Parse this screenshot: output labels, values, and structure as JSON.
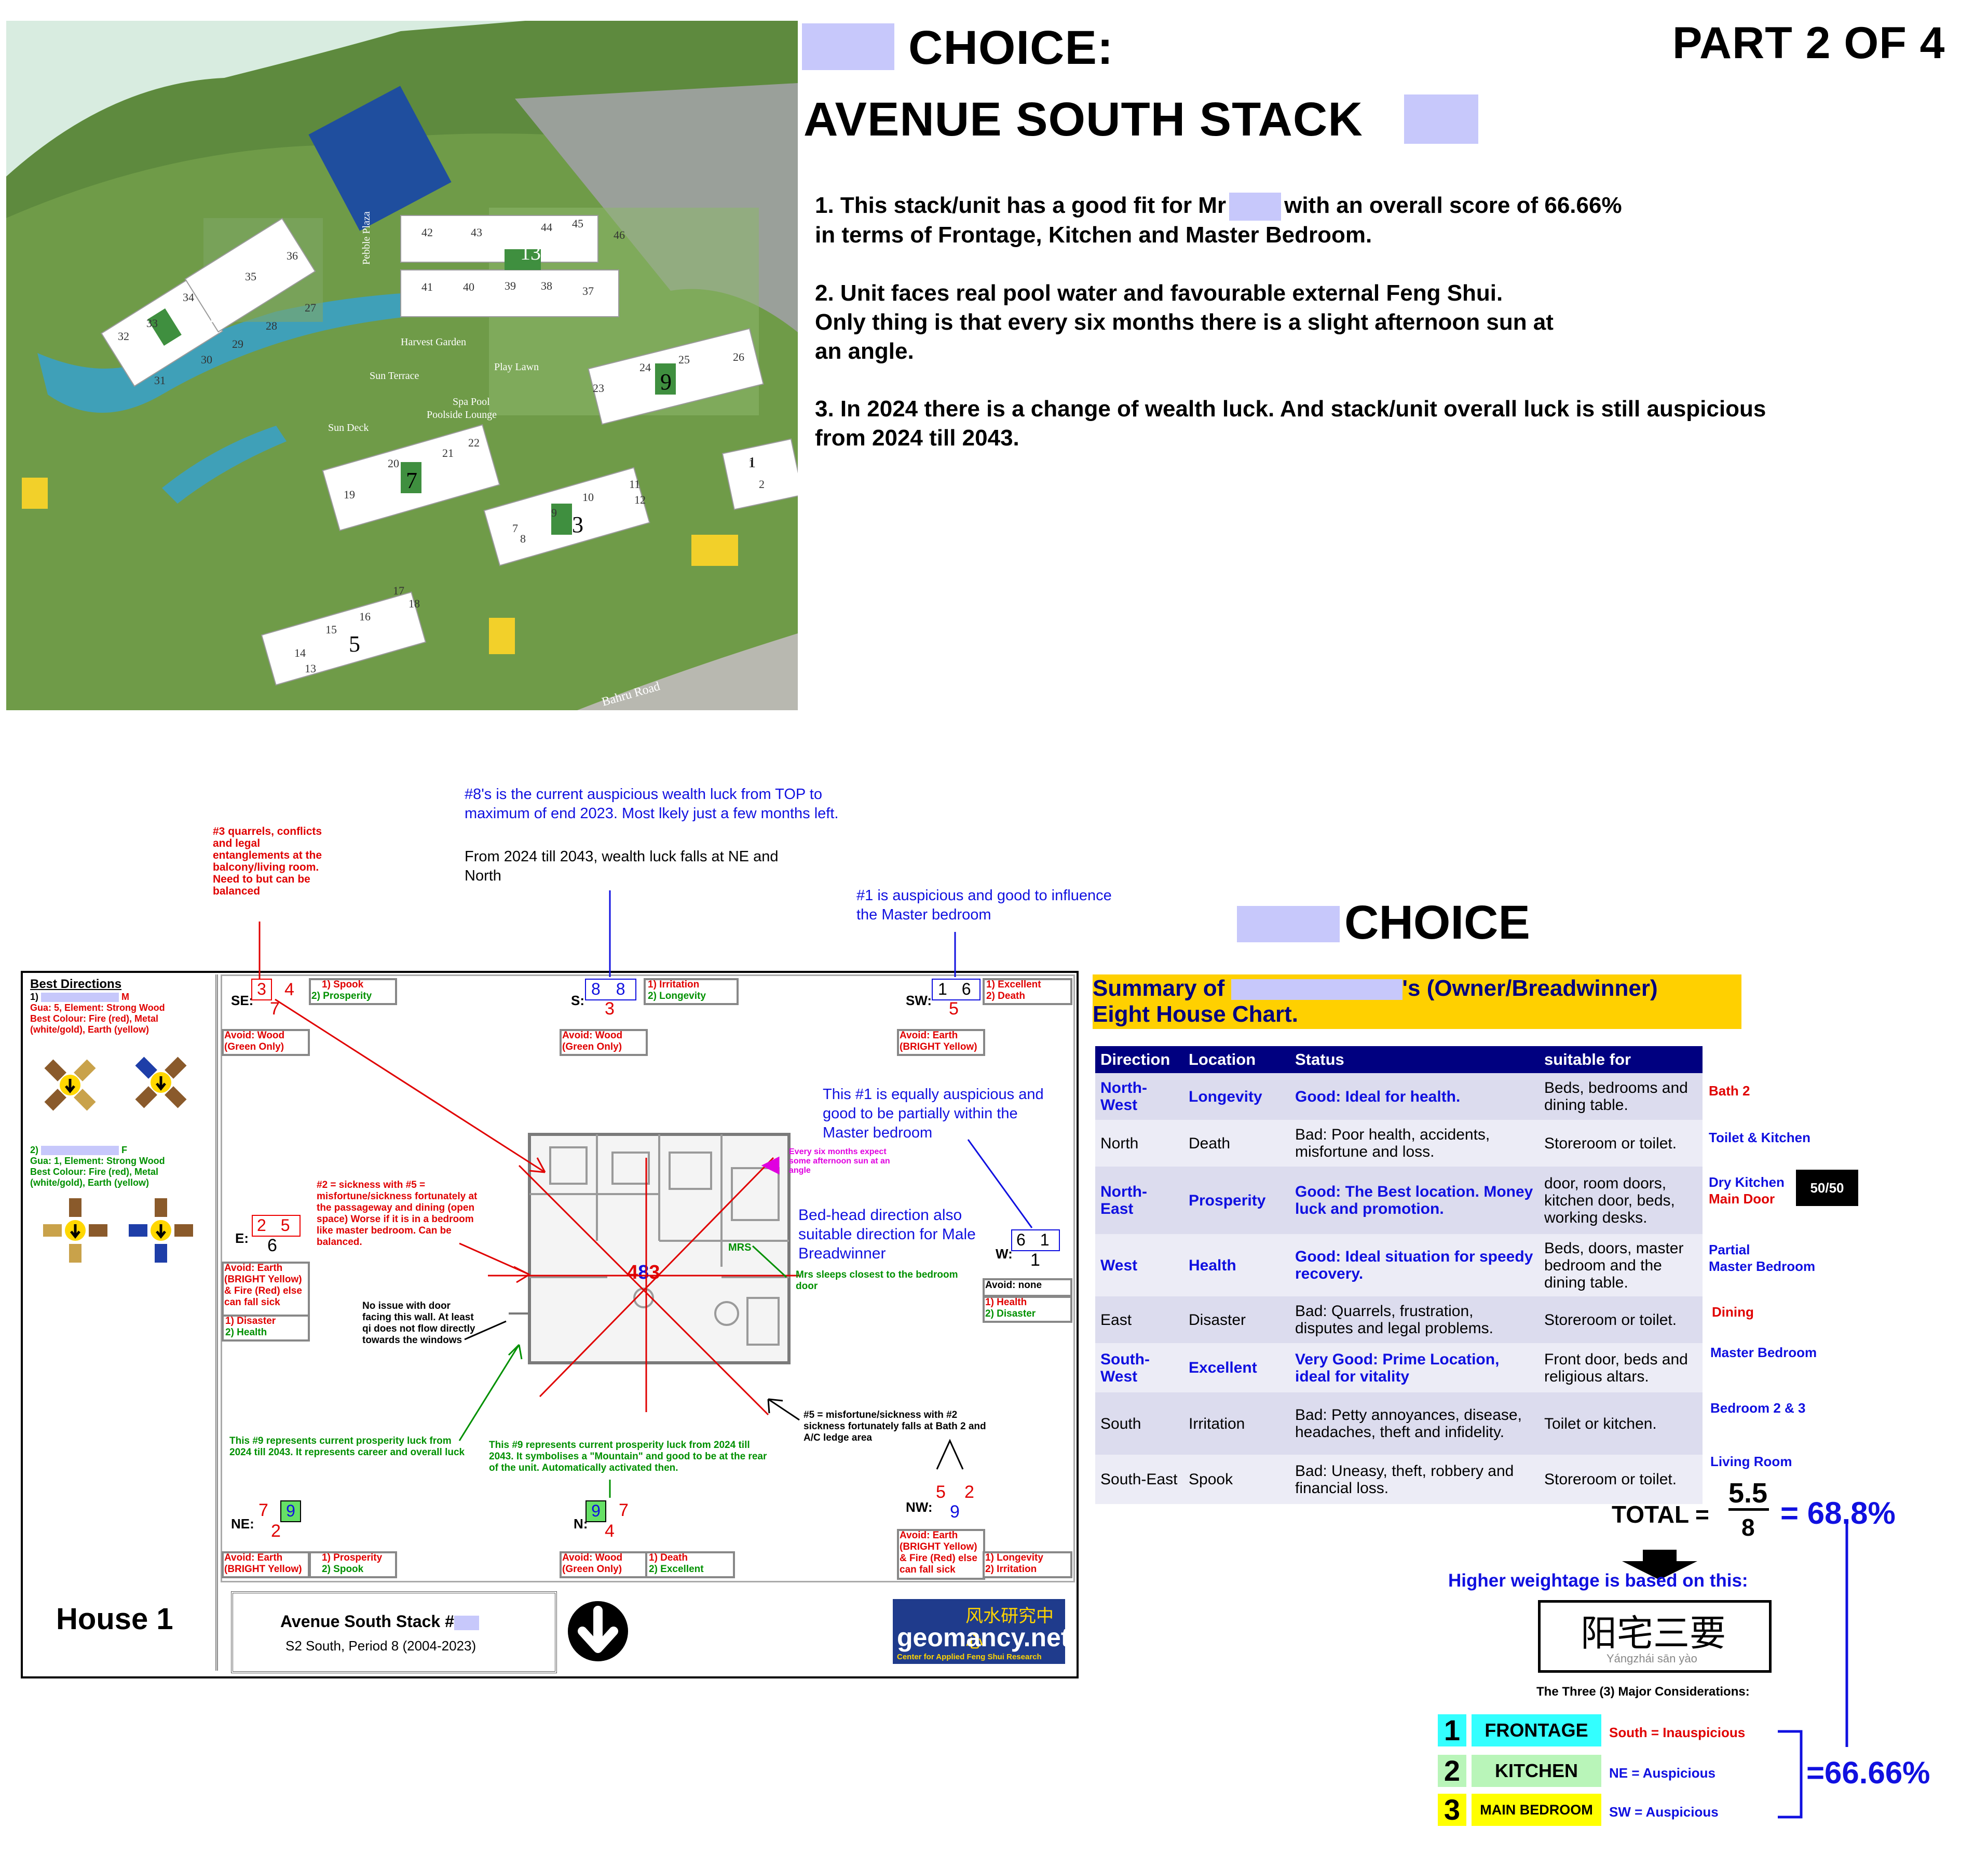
{
  "top": {
    "choice_title": "CHOICE:",
    "part_label": "PART 2 OF 4",
    "stack_title": "AVENUE SOUTH STACK",
    "point1_a": "1. This stack/unit has a good fit for Mr",
    "point1_b": "with an overall score of 66.66%",
    "point1_c": "in terms of Frontage, Kitchen and Master Bedroom.",
    "point2_a": "2. Unit faces real pool water and favourable external Feng Shui.",
    "point2_b": "Only thing is that every six months there is a slight afternoon sun at",
    "point2_c": "an angle.",
    "point3_a": "3. In 2024 there is a change of wealth luck. And stack/unit overall luck is still auspicious",
    "point3_b": "from 2024 till 2043."
  },
  "site_map": {
    "labels": [
      "Pebble Plaza",
      "Harvest Garden",
      "Sun Terrace",
      "Spa Pool",
      "Poolside Lounge",
      "Play Lawn",
      "Sun Deck",
      "Bahru Road"
    ],
    "blocks": [
      "13",
      "11",
      "9",
      "7",
      "3",
      "5",
      "1"
    ],
    "units": [
      "42",
      "43",
      "44",
      "45",
      "46",
      "41",
      "40",
      "39",
      "38",
      "37",
      "36",
      "35",
      "34",
      "33",
      "32",
      "31",
      "30",
      "29",
      "28",
      "27",
      "26",
      "25",
      "24",
      "23",
      "22",
      "21",
      "20",
      "19",
      "18",
      "17",
      "16",
      "15",
      "14",
      "13",
      "12",
      "11",
      "10",
      "9",
      "8",
      "7",
      "2",
      "1"
    ]
  },
  "annotations": {
    "a3": "#3 quarrels, conflicts and legal entanglements at the balcony/living room. Need to but can be balanced",
    "a8_1": "#8's is the current auspicious wealth luck from TOP to maximum of end 2023. Most lkely just a few months left.",
    "a8_2": "From 2024 till 2043, wealth luck falls at NE and North",
    "a1_top": "#1 is auspicious and good to influence the Master bedroom",
    "a1_mid": "This #1 is equally auspicious and good to be partially within the Master bedroom",
    "a_sun": "Every six months expect some afternoon sun at an angle",
    "a25": "#2 = sickness with #5 = misfortune/sickness fortunately at the passageway and dining (open space) Worse if it is in a bedroom like master bedroom. Can be balanced.",
    "a_bed": "Bed-head direction also suitable direction for Male Breadwinner",
    "a_mrs": "Mrs sleeps closest to the bedroom door",
    "mrs": "MRS",
    "a_door": "No issue with door facing this wall. At least qi does not flow directly towards the windows",
    "a9_left": "This #9 represents current prosperity luck from 2024 till 2043. It represents career and overall luck",
    "a9_mid": "This #9 represents current prosperity luck from 2024 till 2043. It symbolises a \"Mountain\" and good to be at the rear of the unit. Automatically activated then.",
    "a5_nw": "#5 = misfortune/sickness with #2 sickness fortunately falls at Bath 2 and A/C ledge area"
  },
  "chart": {
    "best_dir_title": "Best Directions",
    "m_line": "M",
    "m_gua": "Gua: 5, Element: Strong Wood",
    "m_colour": "Best Colour: Fire (red), Metal (white/gold), Earth (yellow)",
    "f_line": "F",
    "f_gua": "Gua: 1, Element: Strong Wood",
    "f_colour": "Best Colour: Fire (red), Metal (white/gold), Earth (yellow)",
    "house": "House 1",
    "stack_name": "Avenue South Stack #",
    "stack_period": "S2 South, Period 8 (2004-2023)",
    "logo_cn": "风水研究中心",
    "logo_en": "geomancy.net",
    "logo_sub": "Center for Applied Feng Shui Research",
    "se": {
      "dir": "SE:",
      "a": "3",
      "b": "4",
      "c": "7",
      "s1": "1) Spook",
      "s2": "2) Prosperity",
      "avoid": "Avoid: Wood (Green Only)"
    },
    "s": {
      "dir": "S:",
      "a": "8",
      "b": "8",
      "c": "3",
      "s1": "1) Irritation",
      "s2": "2) Longevity",
      "avoid": "Avoid: Wood (Green Only)"
    },
    "sw": {
      "dir": "SW:",
      "a": "1",
      "b": "6",
      "c": "5",
      "s1": "1) Excellent",
      "s2": "2) Death",
      "avoid": "Avoid: Earth (BRIGHT Yellow)"
    },
    "e": {
      "dir": "E:",
      "a": "2",
      "b": "5",
      "c": "6",
      "s1": "1) Disaster",
      "s2": "2) Health",
      "avoid": "Avoid: Earth (BRIGHT Yellow) & Fire (Red) else can fall sick"
    },
    "w": {
      "dir": "W:",
      "a": "6",
      "b": "1",
      "c": "1",
      "s1": "1) Health",
      "s2": "2) Disaster",
      "avoid": "Avoid: none"
    },
    "ne": {
      "dir": "NE:",
      "a": "7",
      "b": "9",
      "c": "2",
      "s1": "1) Prosperity",
      "s2": "2) Spook",
      "avoid": "Avoid: Earth (BRIGHT Yellow)"
    },
    "n": {
      "dir": "N:",
      "a": "9",
      "b": "7",
      "c": "4",
      "s1": "1) Death",
      "s2": "2) Excellent",
      "avoid": "Avoid: Wood (Green Only)"
    },
    "nw": {
      "dir": "NW:",
      "a": "5",
      "b": "2",
      "c": "9",
      "s1": "1) Longevity",
      "s2": "2) Irritation",
      "avoid": "Avoid: Earth (BRIGHT Yellow) & Fire (Red) else can fall sick"
    },
    "center": {
      "a": "4",
      "b": "8",
      "c": "3"
    }
  },
  "summary": {
    "choice": "CHOICE",
    "title_a": "Summary of",
    "title_b": "'s (Owner/Breadwinner)",
    "title_c": "Eight House Chart.",
    "headers": [
      "Direction",
      "Location",
      "Status",
      "suitable for"
    ],
    "rows": [
      {
        "dir": "North-West",
        "loc": "Longevity",
        "status": "Good: Ideal for health.",
        "suit": "Beds, bedrooms and dining table.",
        "note": "Bath 2",
        "good": true
      },
      {
        "dir": "North",
        "loc": "Death",
        "status": "Bad: Poor health, accidents, misfortune and loss.",
        "suit": "Storeroom or toilet.",
        "note": "Toilet & Kitchen",
        "good": false
      },
      {
        "dir": "North-East",
        "loc": "Prosperity",
        "status": "Good: The Best location. Money luck and promotion.",
        "suit": "door, room doors, kitchen door, beds, working desks.",
        "note": "Dry Kitchen",
        "note2": "Main Door",
        "good": true
      },
      {
        "dir": "West",
        "loc": "Health",
        "status": "Good: Ideal situation for speedy recovery.",
        "suit": "Beds, doors, master bedroom and the dining table.",
        "note": "Partial",
        "note2": "Master Bedroom",
        "good": true
      },
      {
        "dir": "East",
        "loc": "Disaster",
        "status": "Bad: Quarrels, frustration, disputes and legal problems.",
        "suit": "Storeroom or toilet.",
        "note": "Dining",
        "good": false
      },
      {
        "dir": "South-West",
        "loc": "Excellent",
        "status": "Very Good: Prime Location, ideal for vitality",
        "suit": "Front door, beds and religious altars.",
        "note": "Master Bedroom",
        "good": true
      },
      {
        "dir": "South",
        "loc": "Irritation",
        "status": "Bad: Petty annoyances, disease, headaches, theft and infidelity.",
        "suit": "Toilet or kitchen.",
        "note": "Bedroom 2 & 3",
        "good": false
      },
      {
        "dir": "South-East",
        "loc": "Spook",
        "status": "Bad: Uneasy, theft, robbery and financial loss.",
        "suit": "Storeroom or toilet.",
        "note": "Living Room",
        "good": false
      }
    ],
    "badge": "50/50",
    "total_label": "TOTAL =",
    "total_num": "5.5",
    "total_den": "8",
    "total_pct": "= 68.8%",
    "weight_text": "Higher weightage is based on this:",
    "cn_title": "阳宅三要",
    "pinyin": "Yángzhái sān yào",
    "three": "The Three (3) Major Considerations:",
    "items": [
      {
        "n": "1",
        "label": "FRONTAGE",
        "note": "South = Inauspicious"
      },
      {
        "n": "2",
        "label": "KITCHEN",
        "note": "NE = Auspicious"
      },
      {
        "n": "3",
        "label": "MAIN BEDROOM",
        "note": "SW = Auspicious"
      }
    ],
    "final": "=66.66%"
  },
  "colors": {
    "redact": "#c7c8fb",
    "table_header": "#000080",
    "summary_bar": "#ffd000",
    "cyan": "#33ffff",
    "light_green": "#b9f5b9",
    "yellow": "#ffff00"
  }
}
